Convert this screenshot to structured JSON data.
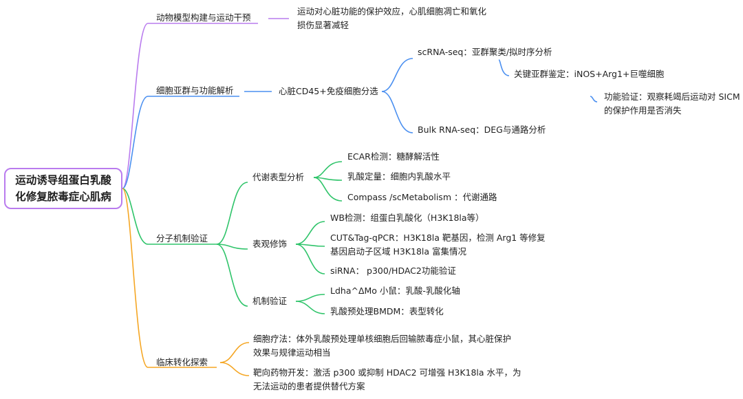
{
  "root": "运动诱导组蛋白乳酸化修复脓毒症心肌病",
  "branches": {
    "animal": {
      "label": "动物模型构建与运动干预",
      "result": "运动对心脏功能的保护效应，心肌细胞凋亡和氧化损伤显著减轻"
    },
    "cell": {
      "label": "细胞亚群与功能解析",
      "sort": "心脏CD45+免疫细胞分选",
      "scrna": "scRNA-seq：亚群聚类/拟时序分析",
      "key_subset": "关键亚群鉴定：iNOS+Arg1+巨噬细胞",
      "func_check": "功能验证：观察耗竭后运动对 SICM 的保护作用是否消失",
      "bulk": "Bulk RNA-seq：DEG与通路分析"
    },
    "molecular": {
      "label": "分子机制验证",
      "metabolic": {
        "label": "代谢表型分析",
        "items": [
          "ECAR检测：糖酵解活性",
          "乳酸定量：细胞内乳酸水平",
          "Compass /scMetabolism ：代谢通路"
        ]
      },
      "epigenetic": {
        "label": "表观修饰",
        "items": [
          "WB检测：组蛋白乳酸化（H3K18la等）",
          "CUT&Tag-qPCR：H3K18la 靶基因，检测 Arg1 等修复基因启动子区域 H3K18la 富集情况",
          "siRNA： p300/HDAC2功能验证"
        ]
      },
      "mechanism": {
        "label": "机制验证",
        "items": [
          "Ldha^ΔMo 小鼠：乳酸-乳酸化轴",
          "乳酸预处理BMDM：表型转化"
        ]
      }
    },
    "clinical": {
      "label": "临床转化探索",
      "items": [
        "细胞疗法：体外乳酸预处理单核细胞后回输脓毒症小鼠，其心脏保护效果与规律运动相当",
        "靶向药物开发：激活 p300 或抑制 HDAC2 可增强 H3K18la 水平，为无法运动的患者提供替代方案"
      ]
    }
  },
  "colors": {
    "root_border": "#b97bee",
    "animal": "#b97bee",
    "cell": "#4a8ff0",
    "molecular": "#2fc46a",
    "clinical": "#f5a623"
  }
}
